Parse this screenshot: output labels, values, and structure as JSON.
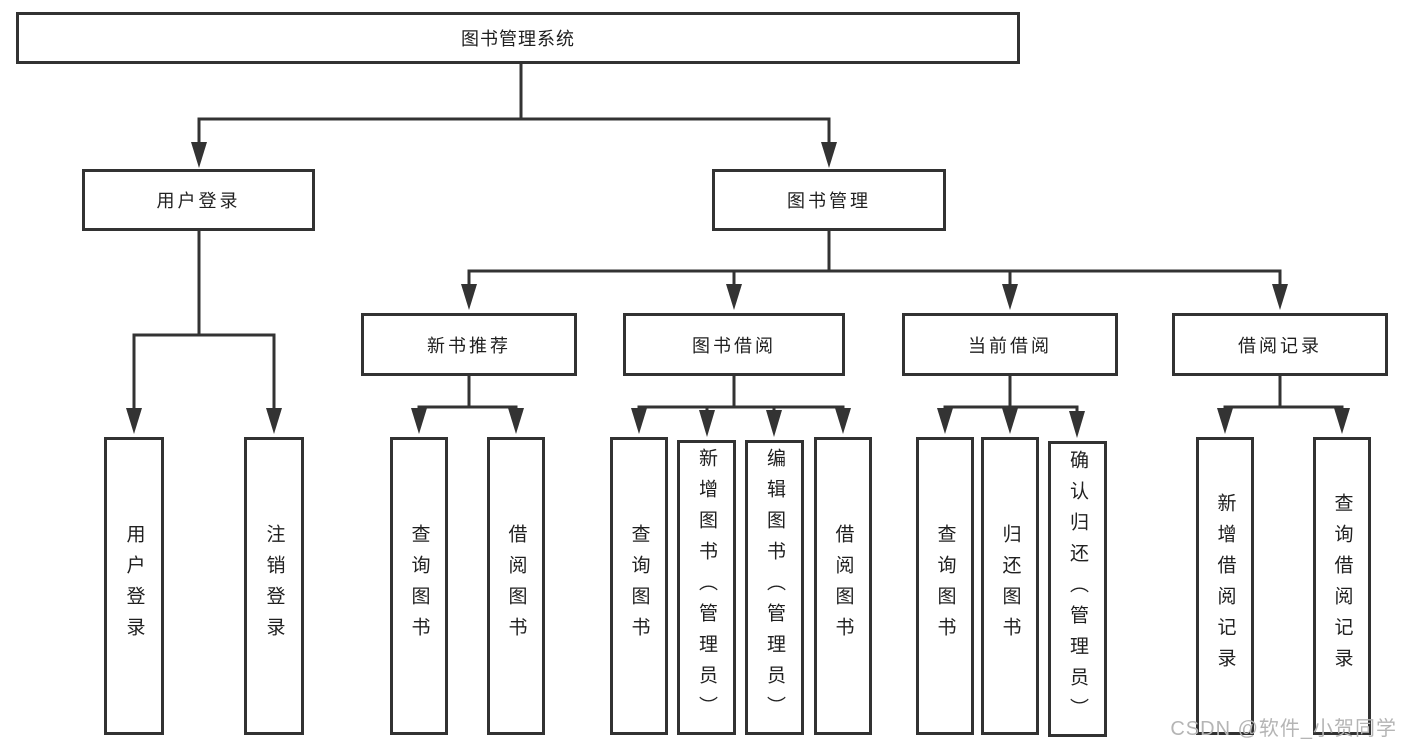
{
  "diagram": {
    "title": "图书管理系统",
    "branches": [
      {
        "label": "用户登录",
        "children": [
          {
            "label": "用户登录"
          },
          {
            "label": "注销登录"
          }
        ]
      },
      {
        "label": "图书管理",
        "sections": [
          {
            "label": "新书推荐",
            "children": [
              {
                "label": "查询图书"
              },
              {
                "label": "借阅图书"
              }
            ]
          },
          {
            "label": "图书借阅",
            "children": [
              {
                "label": "查询图书"
              },
              {
                "label": "新增图书（管理员）"
              },
              {
                "label": "编辑图书（管理员）"
              },
              {
                "label": "借阅图书"
              }
            ]
          },
          {
            "label": "当前借阅",
            "children": [
              {
                "label": "查询图书"
              },
              {
                "label": "归还图书"
              },
              {
                "label": "确认归还（管理员）"
              }
            ]
          },
          {
            "label": "借阅记录",
            "children": [
              {
                "label": "新增借阅记录"
              },
              {
                "label": "查询借阅记录"
              }
            ]
          }
        ]
      }
    ]
  },
  "watermark": {
    "text": "CSDN @软件_小贺同学"
  },
  "colors": {
    "line": "#333333",
    "border": "#323232",
    "text": "#202020",
    "watermark": "#b5b5b5",
    "background": "#ffffff"
  }
}
